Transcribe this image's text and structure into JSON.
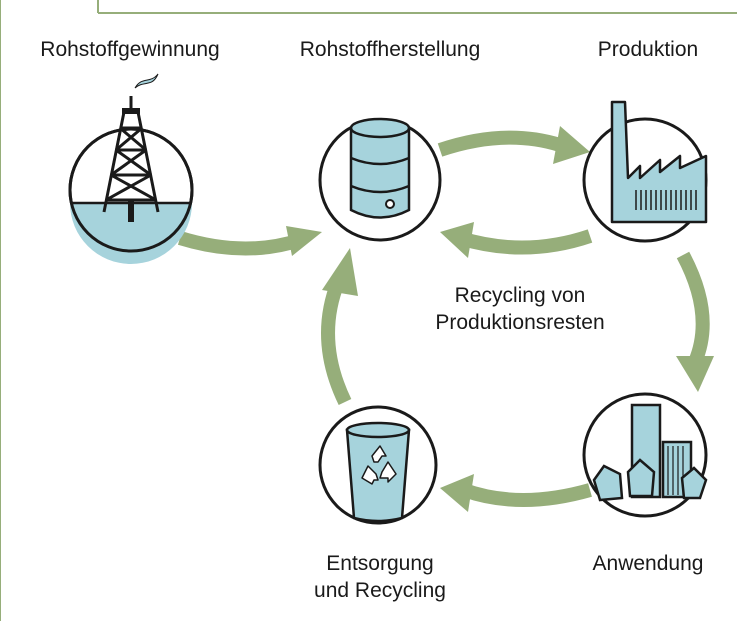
{
  "labels": {
    "extraction": "Rohstoffgewinnung",
    "manufacturing": "Rohstoffherstellung",
    "production": "Produktion",
    "recycling_note_line1": "Recycling von",
    "recycling_note_line2": "Produktionsresten",
    "application": "Anwendung",
    "disposal_line1": "Entsorgung",
    "disposal_line2": "und Recycling"
  },
  "colors": {
    "arrow": "#96ae7a",
    "icon_fill": "#a6d3dc",
    "outline": "#1a1a1a",
    "frame": "#96ae7a"
  }
}
